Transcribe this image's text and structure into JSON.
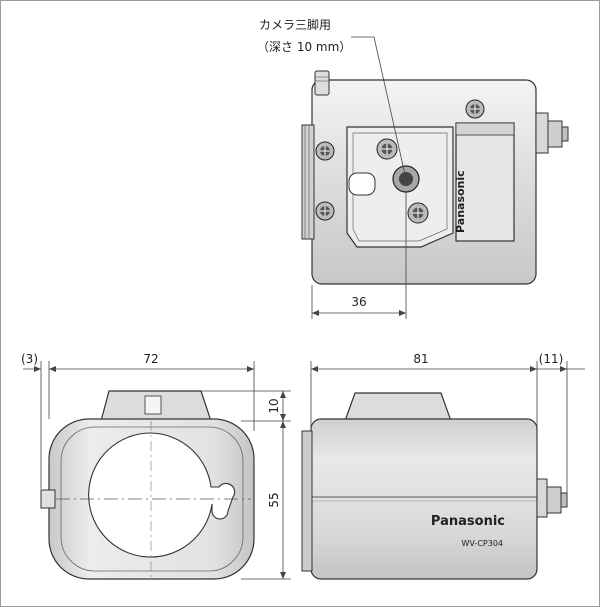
{
  "callout": {
    "label_line1": "カメラ三脚用",
    "label_line2": "（深さ 10 mm）"
  },
  "dimensions": {
    "top_width": "36",
    "front_offset": "(3)",
    "front_width": "72",
    "mount_height": "10",
    "body_height": "55",
    "side_length": "81",
    "side_connector": "(11)"
  },
  "branding": {
    "logo_top": "Panasonic",
    "logo_side": "Panasonic",
    "model": "WV-CP304"
  }
}
